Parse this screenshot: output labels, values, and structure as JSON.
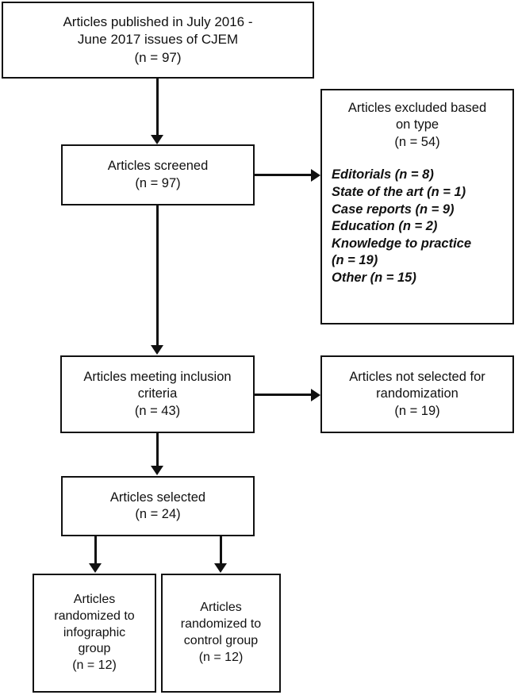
{
  "figure": {
    "type": "flowchart",
    "title": "",
    "nodes": {
      "published": {
        "lines": [
          "Articles published in July 2016 -",
          "June 2017 issues of CJEM",
          "(n = 97)"
        ]
      },
      "screened": {
        "lines": [
          "Articles screened",
          "(n = 97)"
        ]
      },
      "excluded": {
        "header_lines": [
          "Articles excluded based",
          "on type",
          "(n = 54)"
        ],
        "reason_lines": [
          "Editorials (n = 8)",
          "State of the art (n = 1)",
          "Case reports (n = 9)",
          "Education (n = 2)",
          "Knowledge to practice",
          "(n = 19)",
          "Other (n = 15)"
        ]
      },
      "inclusion": {
        "lines": [
          "Articles meeting inclusion",
          "criteria",
          "(n = 43)"
        ]
      },
      "not_selected": {
        "lines": [
          "Articles not selected for",
          "randomization",
          "(n = 19)"
        ]
      },
      "selected": {
        "lines": [
          "Articles selected",
          "(n = 24)"
        ]
      },
      "infographic_group": {
        "lines": [
          "Articles",
          "randomized to",
          "infographic",
          "group",
          "(n = 12)"
        ]
      },
      "control_group": {
        "lines": [
          "Articles",
          "randomized to",
          "control group",
          "(n = 12)"
        ]
      }
    },
    "counts": {
      "published": 97,
      "screened": 97,
      "excluded_total": 54,
      "excluded_editorials": 8,
      "excluded_state_of_the_art": 1,
      "excluded_case_reports": 9,
      "excluded_education": 2,
      "excluded_knowledge_to_practice": 19,
      "excluded_other": 15,
      "meeting_inclusion": 43,
      "not_selected_for_randomization": 19,
      "selected": 24,
      "infographic_group": 12,
      "control_group": 12
    },
    "colors": {
      "stroke": "#111111",
      "fill": "#ffffff",
      "text": "#111111"
    }
  }
}
